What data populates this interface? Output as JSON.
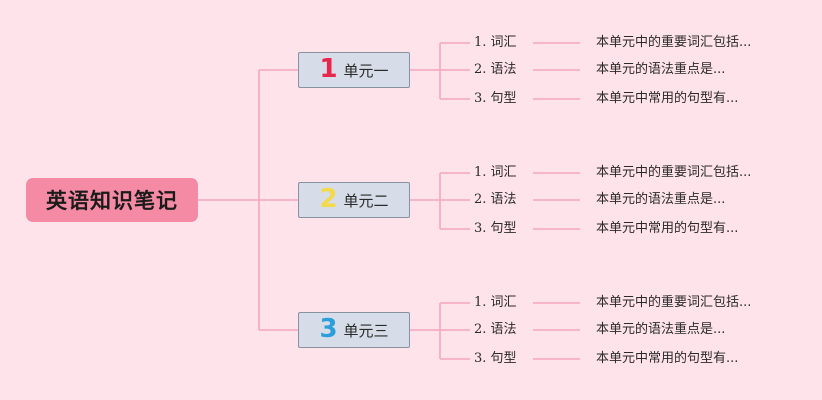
{
  "root": {
    "title": "英语知识笔记"
  },
  "colors": {
    "background": "#fee3eb",
    "root_fill": "#f48aa3",
    "unit_fill": "#d7dde8",
    "connector": "#f4a6bc"
  },
  "units": [
    {
      "number": "1",
      "number_color": "#e8254a",
      "label": "单元一",
      "topics": [
        {
          "label": "1. 词汇",
          "desc": "本单元中的重要词汇包括..."
        },
        {
          "label": "2. 语法",
          "desc": "本单元的语法重点是..."
        },
        {
          "label": "3. 句型",
          "desc": "本单元中常用的句型有..."
        }
      ]
    },
    {
      "number": "2",
      "number_color": "#f3da4a",
      "label": "单元二",
      "topics": [
        {
          "label": "1. 词汇",
          "desc": "本单元中的重要词汇包括..."
        },
        {
          "label": "2. 语法",
          "desc": "本单元的语法重点是..."
        },
        {
          "label": "3. 句型",
          "desc": "本单元中常用的句型有..."
        }
      ]
    },
    {
      "number": "3",
      "number_color": "#2b9fdc",
      "label": "单元三",
      "topics": [
        {
          "label": "1. 词汇",
          "desc": "本单元中的重要词汇包括..."
        },
        {
          "label": "2. 语法",
          "desc": "本单元的语法重点是..."
        },
        {
          "label": "3. 句型",
          "desc": "本单元中常用的句型有..."
        }
      ]
    }
  ]
}
